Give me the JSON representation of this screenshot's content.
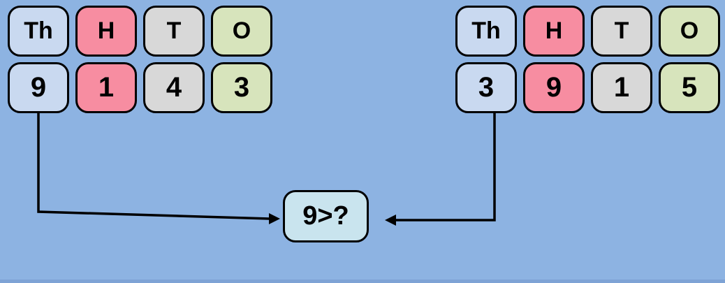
{
  "diagram": {
    "description": "Place value comparison of two 4-digit numbers",
    "background_color": "#8db3e2",
    "bottom_strip_color": "#7ea3d5",
    "border_color": "#000000",
    "arrow_color": "#000000",
    "place_colors": {
      "thousands": "#c9d9f0",
      "hundreds": "#f78da1",
      "tens": "#d8d8d8",
      "ones": "#d7e4bc",
      "comparison": "#c9e4ee"
    },
    "left_number": {
      "value": "9143",
      "columns": [
        {
          "header": "Th",
          "digit": "9"
        },
        {
          "header": "H",
          "digit": "1"
        },
        {
          "header": "T",
          "digit": "4"
        },
        {
          "header": "O",
          "digit": "3"
        }
      ]
    },
    "right_number": {
      "value": "3915",
      "columns": [
        {
          "header": "Th",
          "digit": "3"
        },
        {
          "header": "H",
          "digit": "9"
        },
        {
          "header": "T",
          "digit": "1"
        },
        {
          "header": "O",
          "digit": "5"
        }
      ]
    },
    "comparison_label": "9>?"
  }
}
